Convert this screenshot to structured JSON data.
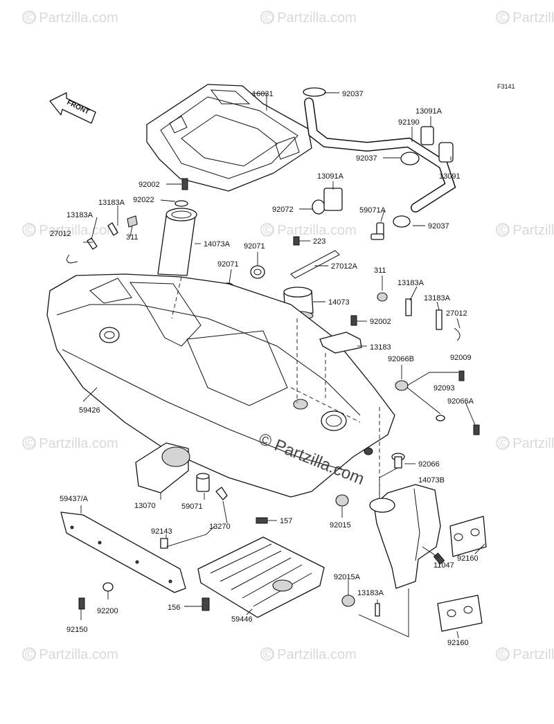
{
  "figure_code": "F3141",
  "front_arrow_label": "FRONT",
  "center_watermark": "© Partzilla.com",
  "tile_watermark": "© Partzilla.com",
  "labels": {
    "p16031": "16031",
    "p92037_top": "92037",
    "p92190": "92190",
    "p13091A_top": "13091A",
    "p13091": "13091",
    "p13091A_mid": "13091A",
    "p92037_mid": "92037",
    "p92072": "92072",
    "p59071A": "59071A",
    "p92037_low": "92037",
    "p92002_top": "92002",
    "p92022": "92022",
    "p13183A_a": "13183A",
    "p13183A_b": "13183A",
    "p27012_left": "27012",
    "p311_left": "311",
    "p14073A": "14073A",
    "p92071_a": "92071",
    "p92071_b": "92071",
    "p223": "223",
    "p27012A": "27012A",
    "p311_right": "311",
    "p13183A_c": "13183A",
    "p13183A_d": "13183A",
    "p27012_right": "27012",
    "p14073": "14073",
    "p92002_mid": "92002",
    "p13183": "13183",
    "p92066B": "92066B",
    "p92009": "92009",
    "p92093": "92093",
    "p92066A": "92066A",
    "p59426": "59426",
    "p92066": "92066",
    "p14073B": "14073B",
    "p13070": "13070",
    "p59071": "59071",
    "p59437A": "59437/A",
    "p13270": "13270",
    "p157": "157",
    "p92015": "92015",
    "p92143": "92143",
    "p92160_a": "92160",
    "p11047": "11047",
    "p92015A": "92015A",
    "p13183A_e": "13183A",
    "p92200": "92200",
    "p156": "156",
    "p59446": "59446",
    "p92150": "92150",
    "p92160_b": "92160"
  }
}
